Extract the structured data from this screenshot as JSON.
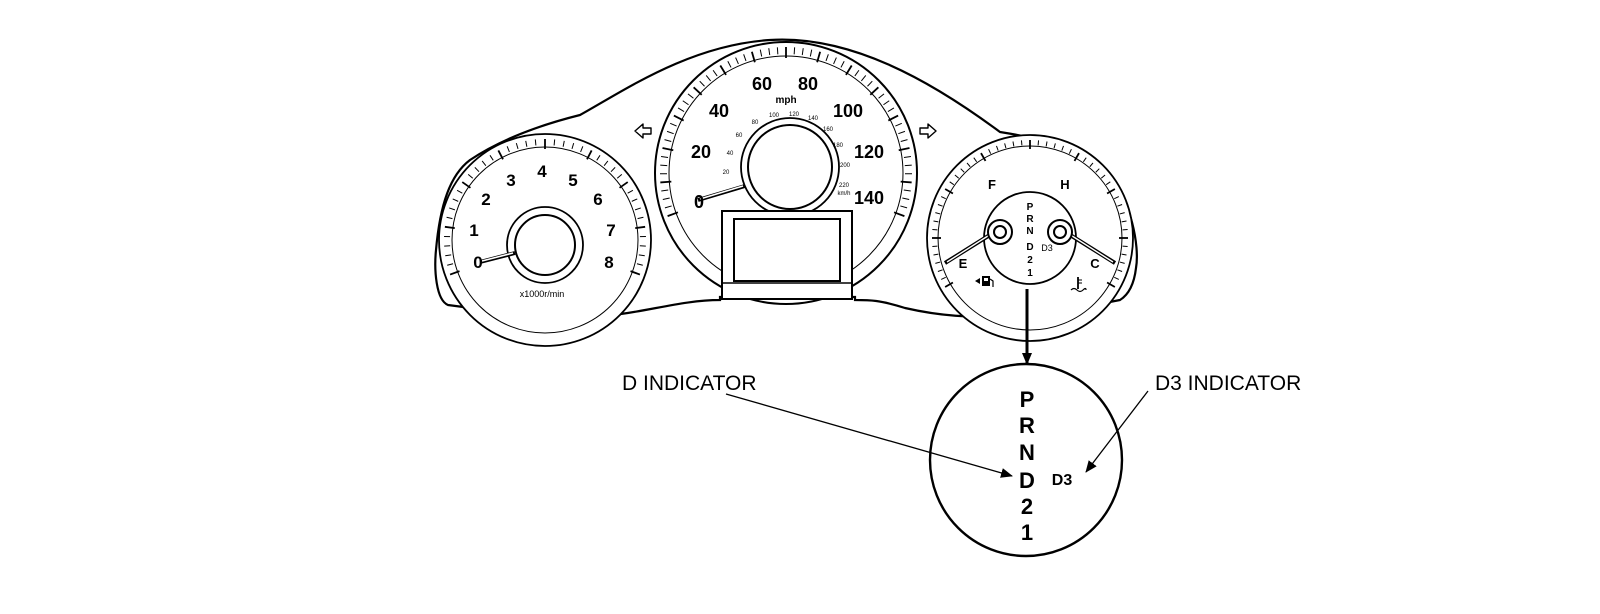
{
  "callouts": {
    "d_indicator": "D INDICATOR",
    "d3_indicator": "D3 INDICATOR"
  },
  "tachometer": {
    "numbers": [
      "0",
      "1",
      "2",
      "3",
      "4",
      "5",
      "6",
      "7",
      "8"
    ],
    "unit": "x1000r/min"
  },
  "speedometer": {
    "mph_numbers": [
      "0",
      "20",
      "40",
      "60",
      "80",
      "100",
      "120",
      "140"
    ],
    "unit_mph": "mph",
    "kmh_numbers": [
      "20",
      "40",
      "60",
      "80",
      "100",
      "120",
      "140",
      "160",
      "180",
      "200",
      "220"
    ],
    "unit_kmh": "km/h"
  },
  "right_gauge": {
    "fuel_full": "F",
    "fuel_empty": "E",
    "temp_hot": "H",
    "temp_cold": "C",
    "gears": [
      "P",
      "R",
      "N",
      "D",
      "2",
      "1"
    ],
    "d3_label": "D3"
  },
  "enlarged_indicator": {
    "gears": [
      "P",
      "R",
      "N",
      "D",
      "2",
      "1"
    ],
    "d3_label": "D3"
  }
}
